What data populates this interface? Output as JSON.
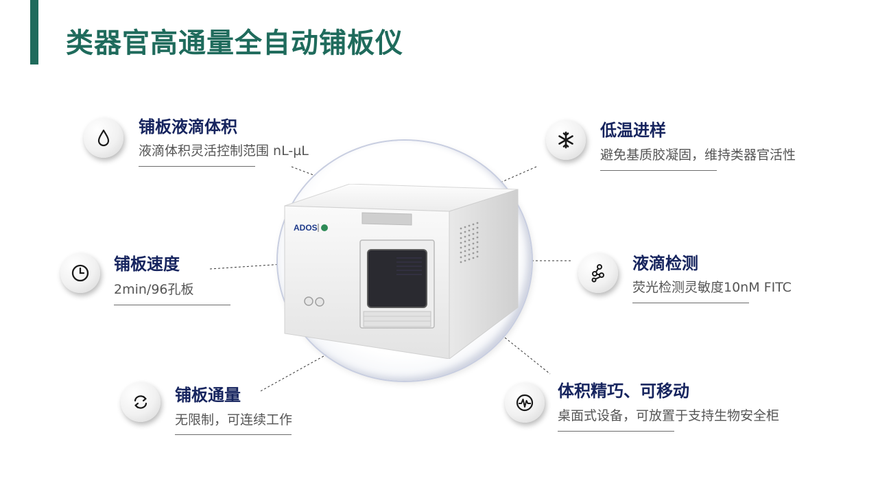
{
  "page": {
    "title": "类器官高通量全自动铺板仪"
  },
  "device": {
    "brand": "ADOS"
  },
  "features": {
    "volume": {
      "title": "铺板液滴体积",
      "desc": "液滴体积灵活控制范围 nL-µL",
      "icon": "droplet-icon"
    },
    "temperature": {
      "title": "低温进样",
      "desc": "避免基质胶凝固，维持类器官活性",
      "icon": "snowflake-icon"
    },
    "speed": {
      "title": "铺板速度",
      "desc": "2min/96孔板",
      "icon": "clock-icon"
    },
    "detection": {
      "title": "液滴检测",
      "desc": "荧光检测灵敏度10nM FITC",
      "icon": "connection-nodes-icon"
    },
    "throughput": {
      "title": "铺板通量",
      "desc": "无限制，可连续工作",
      "icon": "refresh-cycle-icon"
    },
    "portable": {
      "title": "体积精巧、可移动",
      "desc": "桌面式设备，可放置于支持生物安全柜",
      "icon": "waveform-icon"
    }
  },
  "colors": {
    "accent": "#1f6b5c",
    "feature_title": "#16245e",
    "body_text": "#555555"
  }
}
